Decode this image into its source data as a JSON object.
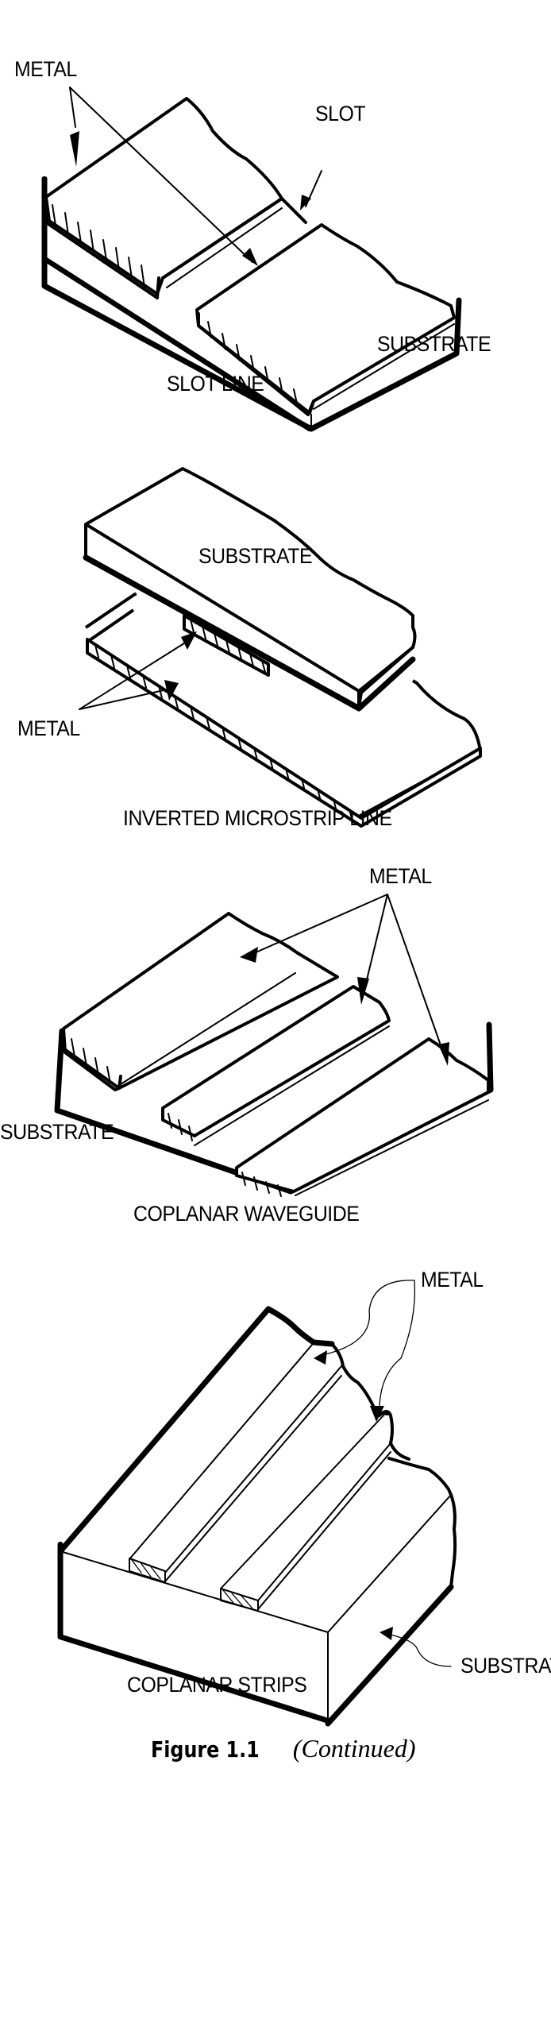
{
  "figure": {
    "panels": [
      {
        "title": "SLOT LINE",
        "labels": [
          "METAL",
          "SLOT",
          "SUBSTRATE"
        ]
      },
      {
        "title": "INVERTED MICROSTRIP LINE",
        "labels": [
          "SUBSTRATE",
          "METAL"
        ]
      },
      {
        "title": "COPLANAR WAVEGUIDE",
        "labels": [
          "METAL",
          "SUBSTRATE"
        ]
      },
      {
        "title": "COPLANAR STRIPS",
        "labels": [
          "METAL",
          "SUBSTRATE"
        ]
      }
    ],
    "caption": {
      "figure_number": "Figure 1.1",
      "note": "(Continued)"
    }
  }
}
